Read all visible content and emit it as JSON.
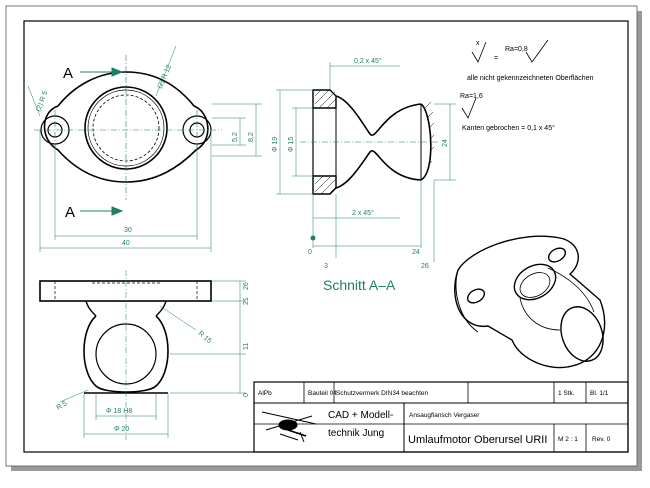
{
  "colors": {
    "paper": "#ffffff",
    "line": "#000000",
    "dim": "#1f7f66",
    "frame": "#000000",
    "shadow": "#9a9a9a"
  },
  "section_labels": {
    "a_top": "A",
    "a_bottom": "A",
    "section": "Schnitt A–A"
  },
  "surface_notes": {
    "x_label": "x",
    "equals": "=",
    "ra08": "Ra=0,8",
    "line2": "alle nicht gekennzeichneten Oberflächen",
    "ra16": "Ra=1,6",
    "edges": "Kanten gebrochen = 0,1 x 45°"
  },
  "dims_top": {
    "r5": "(2) R 5",
    "r12": "(2) R 12",
    "d30": "30",
    "d40": "40",
    "d52": "5,2",
    "d82": "8,2"
  },
  "dims_section": {
    "c02": "0,2 x 45°",
    "c2": "2 x 45°",
    "phi19": "Φ 19",
    "phi15": "Φ 15",
    "h24": "24",
    "z0": "0",
    "z3": "3",
    "z24": "24",
    "z26": "26"
  },
  "dims_front": {
    "r15": "R 15",
    "r5": "R 5",
    "phi18": "Φ 18 H8",
    "phi20": "Φ 20",
    "v26": "26",
    "v21": "21",
    "v11": "11",
    "v0": "0"
  },
  "title_block": {
    "r1c1": "AlPb",
    "r1c2": "Bauteil 04",
    "r1c3": "Schutzvermerk DIN34 beachten",
    "r1c5": "1 Stk.",
    "r1c6": "Bl. 1/1",
    "company1": "CAD + Modell-",
    "company2": "technik Jung",
    "part_desc": "Ansaugflansch Vergaser",
    "assembly": "Umlaufmotor Oberursel URII",
    "scale": "M 2 : 1",
    "revision": "Rev. 0"
  }
}
